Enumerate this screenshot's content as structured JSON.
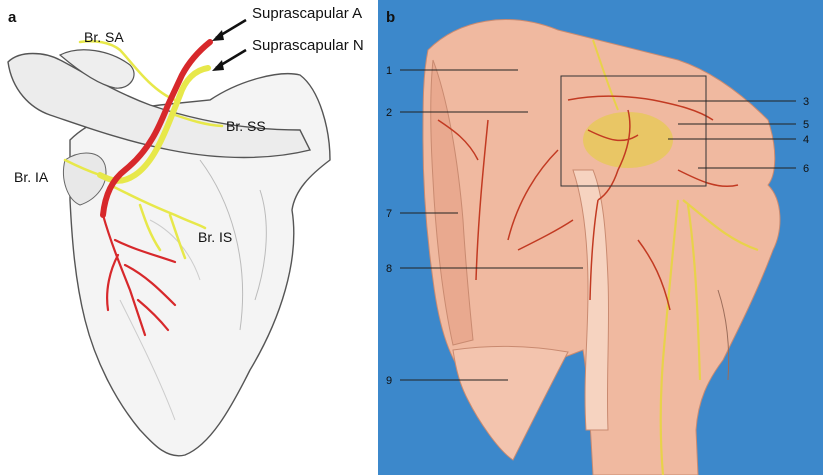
{
  "panel_a": {
    "panel_label": "a",
    "labels": {
      "suprascapular_a": "Suprascapular A",
      "suprascapular_n": "Suprascapular N",
      "br_sa": "Br. SA",
      "br_ss": "Br. SS",
      "br_ia": "Br. IA",
      "br_is": "Br. IS"
    },
    "colors": {
      "artery": "#d7282b",
      "nerve": "#e7e84a",
      "bone_outline": "#555555"
    }
  },
  "panel_b": {
    "panel_label": "b",
    "callouts": [
      "1",
      "2",
      "3",
      "4",
      "5",
      "6",
      "7",
      "8",
      "9"
    ],
    "colors": {
      "background": "#3c88cb",
      "muscle": "#f0b9a0",
      "vessel": "#c23a22",
      "nerve": "#e8d24a"
    }
  }
}
